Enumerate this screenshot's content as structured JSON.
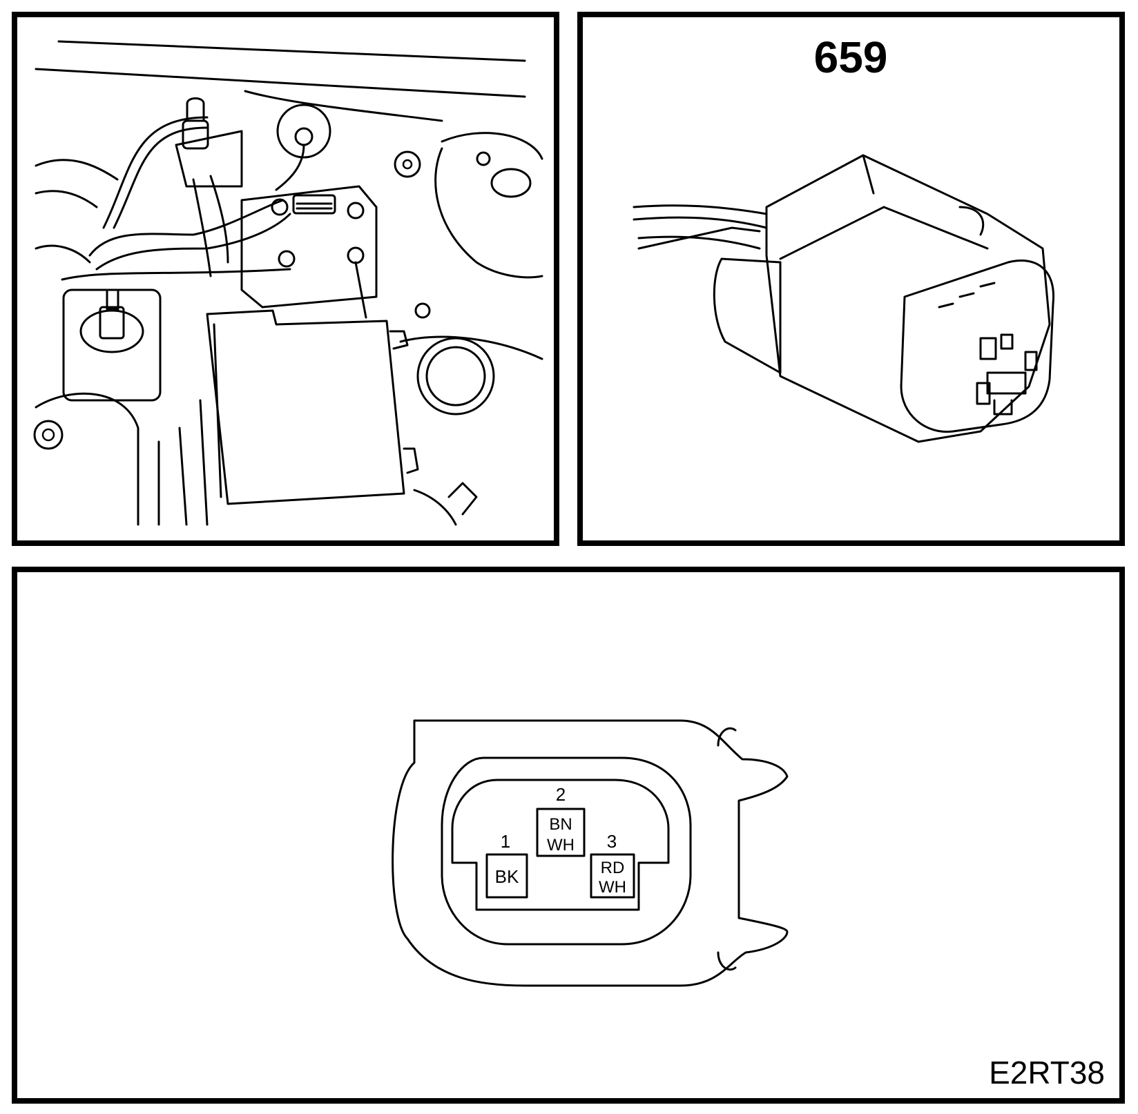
{
  "connector_number": "659",
  "figure_code": "E2RT38",
  "pins": [
    {
      "number": "1",
      "colors": [
        "BK"
      ]
    },
    {
      "number": "2",
      "colors": [
        "BN",
        "WH"
      ]
    },
    {
      "number": "3",
      "colors": [
        "RD",
        "WH"
      ]
    }
  ]
}
